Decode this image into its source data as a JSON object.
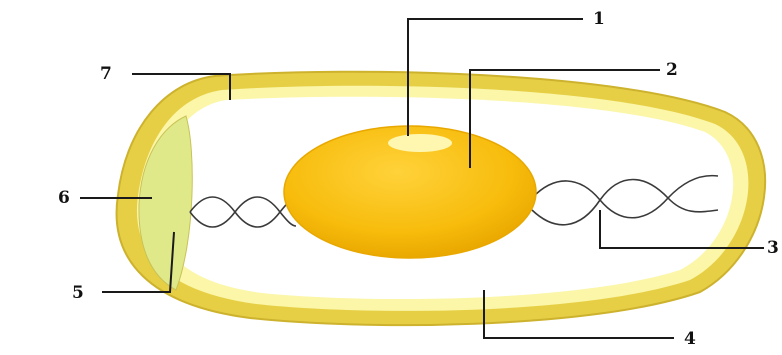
{
  "labels": [
    {
      "id": "1",
      "text": "1"
    },
    {
      "id": "2",
      "text": "2"
    },
    {
      "id": "3",
      "text": "3"
    },
    {
      "id": "4",
      "text": "4"
    },
    {
      "id": "5",
      "text": "5"
    },
    {
      "id": "6",
      "text": "6"
    },
    {
      "id": "7",
      "text": "7"
    }
  ],
  "colors": {
    "shell": "#e6cf45",
    "shell_membrane": "#fbf6a8",
    "albumen": "#ffffff",
    "yolk": "#f7bf10",
    "yolk_highlight": "#fff6b0",
    "air_cell": "#dfe98a",
    "chalaza": "#3a3a3a",
    "leader_line": "#1a1a1a"
  }
}
